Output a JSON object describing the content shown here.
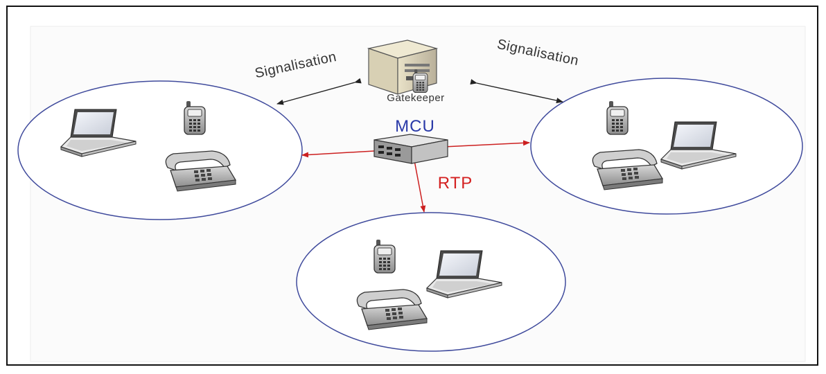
{
  "diagram": {
    "signal_left": "Signalisation",
    "signal_right": "Signalisation",
    "gatekeeper_label": "Gatekeeper",
    "mcu_label": "MCU",
    "rtp_label": "RTP"
  },
  "colors": {
    "circle_stroke": "#3f4a9c",
    "rtp_arrow": "#cc1f1f",
    "mcu_text": "#2a3aa8",
    "rtp_text": "#d42020",
    "signal_arrow": "#222222"
  },
  "icons": [
    "server-icon",
    "mcu-switch-icon",
    "laptop-icon",
    "cell-phone-icon",
    "desk-phone-icon"
  ]
}
